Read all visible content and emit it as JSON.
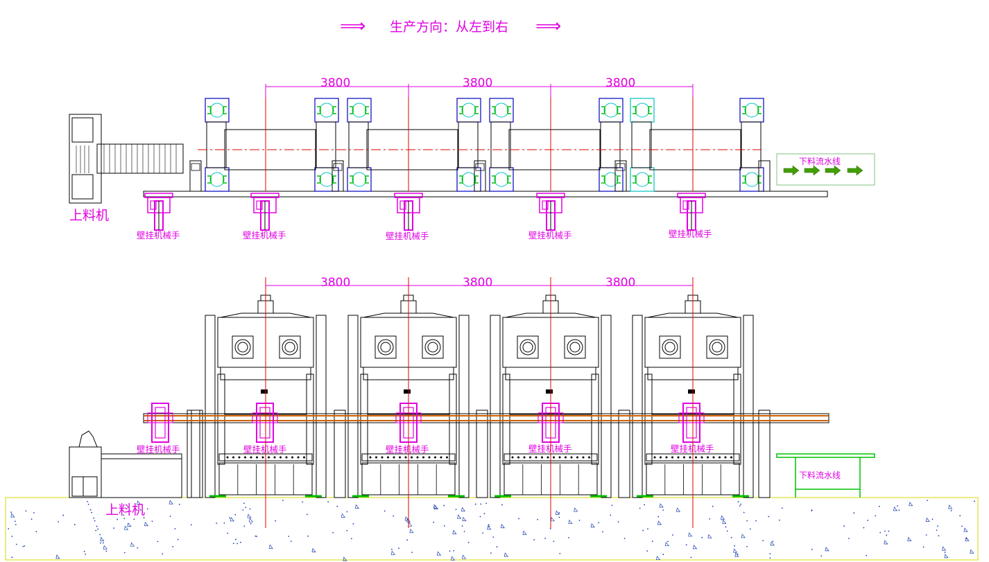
{
  "header": {
    "direction_text": "生产方向：从左到右",
    "arrow_glyph": "⟹"
  },
  "dimensions": [
    "3800",
    "3800",
    "3800"
  ],
  "plan_view": {
    "loader_label": "上料机",
    "robot_label": "壁挂机械手",
    "robot_count": 5,
    "outfeed_label": "下料流水线"
  },
  "elevation_view": {
    "loader_label": "上料机",
    "robot_label": "壁挂机械手",
    "robot_count": 5,
    "outfeed_label": "下料流水线",
    "press_count": 4
  },
  "colors": {
    "magenta": "#e000e0",
    "red_axis": "#e00000",
    "green": "#00c000",
    "blue": "#0000c0",
    "cyan": "#00c0c0",
    "rail_orange": "#d06000",
    "ground_yellow": "#d8d800",
    "arrow_green": "#409000"
  }
}
